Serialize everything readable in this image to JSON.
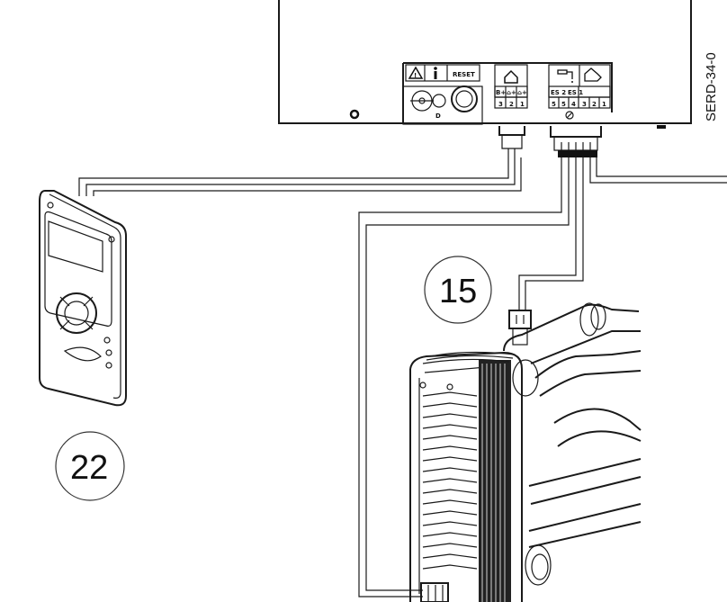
{
  "drawing_code": "SERD-34-0",
  "callouts": {
    "heat_exchanger": "15",
    "remote_control": "22"
  },
  "terminal_block": {
    "reset_label": "RESET",
    "left_connector_codes": [
      "B+",
      "⌂+",
      "⌂+"
    ],
    "left_connector_numbers": [
      "3",
      "2",
      "1"
    ],
    "right_connector_codes": [
      "ES 2",
      "ES 1"
    ],
    "right_connector_numbers": [
      "5",
      "5",
      "4",
      "3",
      "2",
      "1"
    ]
  }
}
